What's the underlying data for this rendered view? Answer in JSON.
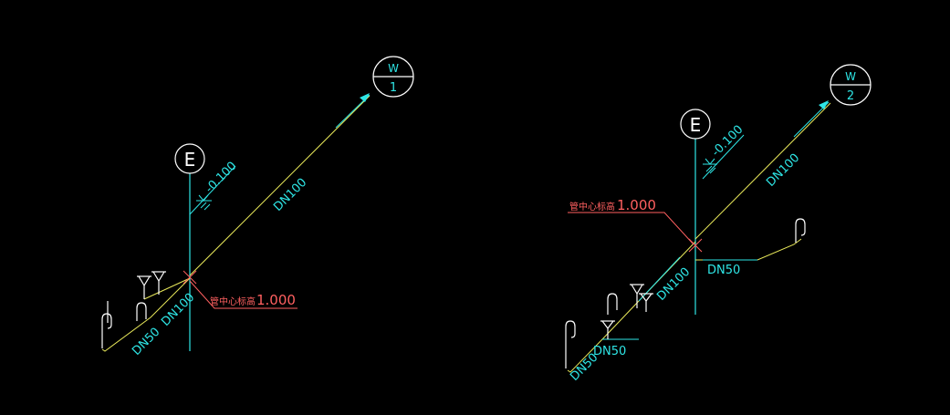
{
  "colors": {
    "background": "#000000",
    "riser": "#2ee6e6",
    "pipe": "#e8e85a",
    "fixture": "#ffffff",
    "annotation_red": "#ff6060",
    "label_cyan": "#2ee6e6"
  },
  "left": {
    "riser_label": "E",
    "outlet_top": "W",
    "outlet_bottom": "1",
    "level_label": "-0.100",
    "main_pipe_label": "DN100",
    "branch_label_1": "DN100",
    "branch_label_2": "DN50",
    "center_height_label": "管中心标高",
    "center_height_value": "1.000"
  },
  "right": {
    "riser_label": "E",
    "outlet_top": "W",
    "outlet_bottom": "2",
    "level_label": "-0.100",
    "main_pipe_label": "DN100",
    "branch_label_1": "DN100",
    "branch_label_2": "DN50",
    "branch_label_3": "DN50",
    "branch_label_4": "DN50",
    "center_height_label": "管中心标高",
    "center_height_value": "1.000"
  }
}
